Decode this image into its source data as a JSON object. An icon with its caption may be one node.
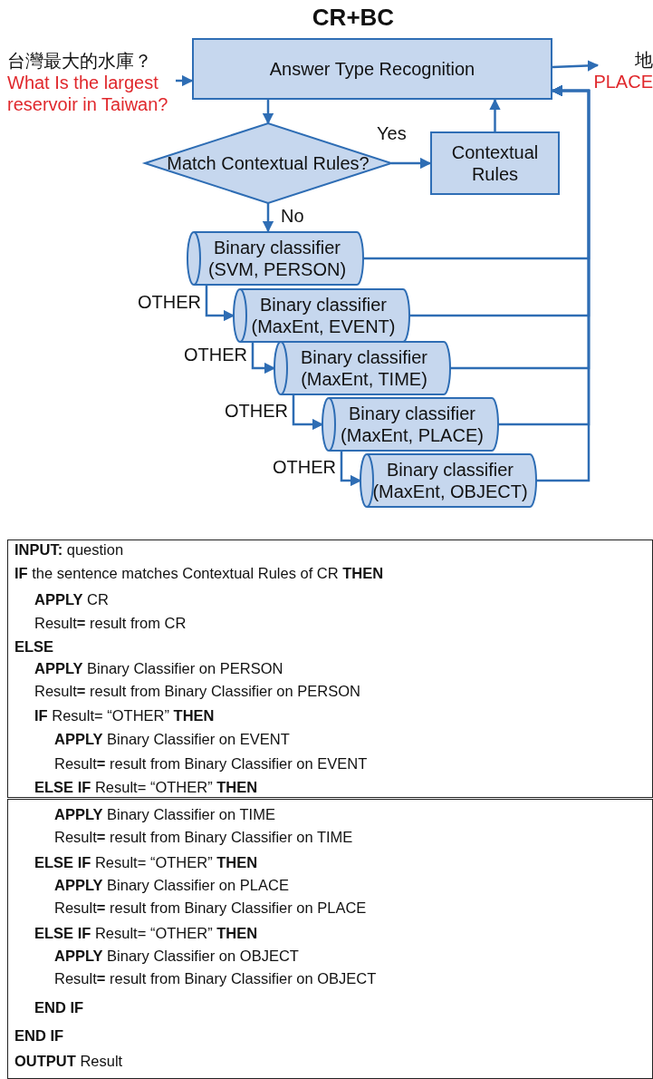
{
  "diagram": {
    "title": "CR+BC",
    "nodes": [
      {
        "text": [
          "台灣最大的水庫？",
          "What Is the largest reservoir in Taiwan?"
        ]
      },
      {
        "text": [
          "Answer Type Recognition"
        ]
      },
      {
        "text": [
          "地",
          "PLACE"
        ]
      },
      {
        "text": [
          "Match Contextual Rules?"
        ]
      },
      {
        "text": [
          "Contextual Rules"
        ]
      },
      {
        "text": [
          "Binary classifier (SVM, PERSON)"
        ]
      },
      {
        "text": [
          "Binary classifier (MaxEnt, EVENT)"
        ]
      },
      {
        "text": [
          "Binary classifier (MaxEnt, TIME)"
        ]
      },
      {
        "text": [
          "Binary classifier (MaxEnt, PLACE)"
        ]
      },
      {
        "text": [
          "Binary classifier (MaxEnt, OBJECT)"
        ]
      }
    ],
    "edges": [
      {
        "from": 0,
        "to": 1,
        "arrow": "to"
      },
      {
        "from": 1,
        "to": 2,
        "arrow": "to"
      },
      {
        "from": 1,
        "to": 3,
        "arrow": "to"
      },
      {
        "from": 3,
        "to": 4,
        "arrow": "to",
        "label": "Yes"
      },
      {
        "from": 4,
        "to": 1,
        "arrow": "to"
      },
      {
        "from": 3,
        "to": 5,
        "arrow": "to",
        "label": "No"
      },
      {
        "from": 5,
        "to": 6,
        "arrow": "to",
        "label": "OTHER"
      },
      {
        "from": 6,
        "to": 7,
        "arrow": "to",
        "label": "OTHER"
      },
      {
        "from": 7,
        "to": 8,
        "arrow": "to",
        "label": "OTHER"
      },
      {
        "from": 8,
        "to": 9,
        "arrow": "to",
        "label": "OTHER"
      },
      {
        "from": 5,
        "to": 1,
        "arrow": "to"
      },
      {
        "from": 6,
        "to": 1,
        "arrow": "to"
      },
      {
        "from": 7,
        "to": 1,
        "arrow": "to"
      },
      {
        "from": 8,
        "to": 1,
        "arrow": "to"
      },
      {
        "from": 9,
        "to": 1,
        "arrow": "to"
      }
    ],
    "labels": [
      "**INPUT:** question",
      "**IF** the sentence matches Contextual Rules of CR **THEN**",
      "**APPLY** CR",
      "Result**=** result from CR",
      "**ELSE**",
      "**APPLY** Binary Classifier on PERSON",
      "Result**=** result from Binary Classifier on PERSON",
      "**IF** Result= “OTHER” **THEN**",
      "**APPLY** Binary Classifier on EVENT",
      "Result**=** result from Binary Classifier on EVENT",
      "**ELSE IF** Result= “OTHER” **THEN**",
      "**APPLY** Binary Classifier on TIME",
      "Result**=** result from Binary Classifier on TIME",
      "**ELSE IF** Result= “OTHER” **THEN**",
      "**APPLY** Binary Classifier on PLACE",
      "Result**=** result from Binary Classifier on PLACE",
      "**ELSE IF** Result= “OTHER” **THEN**",
      "**APPLY** Binary Classifier on OBJECT",
      "Result**=** result from Binary Classifier on OBJECT",
      "**END IF**",
      "**END IF**",
      "**OUTPUT** Result"
    ]
  }
}
